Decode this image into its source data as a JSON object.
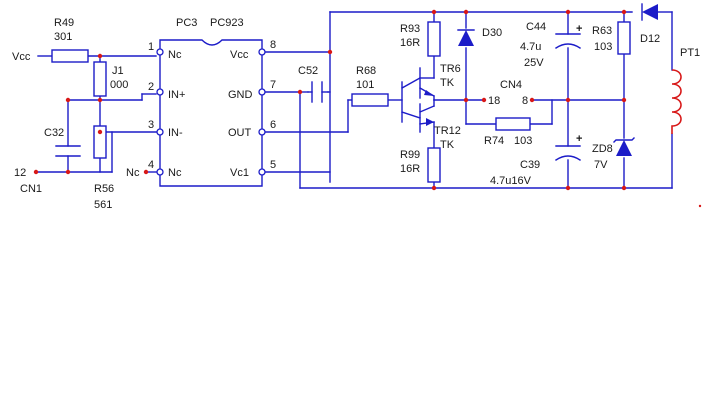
{
  "power": {
    "vcc": "Vcc"
  },
  "connectors": {
    "cn1": "CN1",
    "cn1_pin": "12",
    "cn4": "CN4",
    "cn4_pin_a": "18",
    "cn4_pin_b": "8"
  },
  "ic": {
    "ref": "PC3",
    "part": "PC923",
    "left_pins": [
      {
        "num": "1",
        "name": "Nc"
      },
      {
        "num": "2",
        "name": "IN+"
      },
      {
        "num": "3",
        "name": "IN-"
      },
      {
        "num": "4",
        "name": "Nc"
      }
    ],
    "right_pins": [
      {
        "num": "8",
        "name": "Vcc"
      },
      {
        "num": "7",
        "name": "GND"
      },
      {
        "num": "6",
        "name": "OUT"
      },
      {
        "num": "5",
        "name": "Vc1"
      }
    ],
    "nc_outside": "Nc"
  },
  "components": {
    "r49": {
      "ref": "R49",
      "value": "301"
    },
    "j1": {
      "ref": "J1",
      "value": "000"
    },
    "c32": {
      "ref": "C32"
    },
    "r56": {
      "ref": "R56",
      "value": "561"
    },
    "c52": {
      "ref": "C52"
    },
    "r68": {
      "ref": "R68",
      "value": "101"
    },
    "r93": {
      "ref": "R93",
      "value": "16R"
    },
    "r99": {
      "ref": "R99",
      "value": "16R"
    },
    "tr6": {
      "ref": "TR6",
      "value": "TK"
    },
    "tr12": {
      "ref": "TR12",
      "value": "TK"
    },
    "d30": {
      "ref": "D30"
    },
    "r74": {
      "ref": "R74",
      "value": "103"
    },
    "c44": {
      "ref": "C44",
      "value_line1": "4.7u",
      "value_line2": "25V",
      "polarity": "+"
    },
    "c39": {
      "ref": "C39",
      "value": "4.7u16V",
      "polarity": "+"
    },
    "r63": {
      "ref": "R63",
      "value": "103"
    },
    "zd8": {
      "ref": "ZD8",
      "value": "7V"
    },
    "d12": {
      "ref": "D12"
    },
    "pt1": {
      "ref": "PT1"
    }
  }
}
